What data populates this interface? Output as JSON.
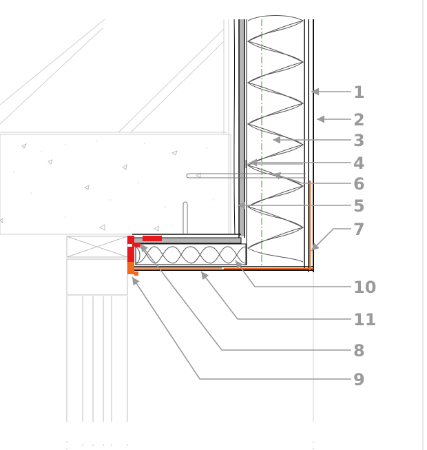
{
  "colors": {
    "line": "#c8c8c8",
    "dark": "#111111",
    "grey_fill": "#b5b5b5",
    "callout": "#9a9a9a",
    "red": "#e8171b",
    "orange": "#f06a1e",
    "axis_green": "#3a9a3a"
  },
  "callouts": [
    {
      "id": "1",
      "label": "1"
    },
    {
      "id": "2",
      "label": "2"
    },
    {
      "id": "3",
      "label": "3"
    },
    {
      "id": "4",
      "label": "4"
    },
    {
      "id": "6",
      "label": "6"
    },
    {
      "id": "5",
      "label": "5"
    },
    {
      "id": "7",
      "label": "7"
    },
    {
      "id": "10",
      "label": "10"
    },
    {
      "id": "11",
      "label": "11"
    },
    {
      "id": "8",
      "label": "8"
    },
    {
      "id": "9",
      "label": "9"
    }
  ]
}
